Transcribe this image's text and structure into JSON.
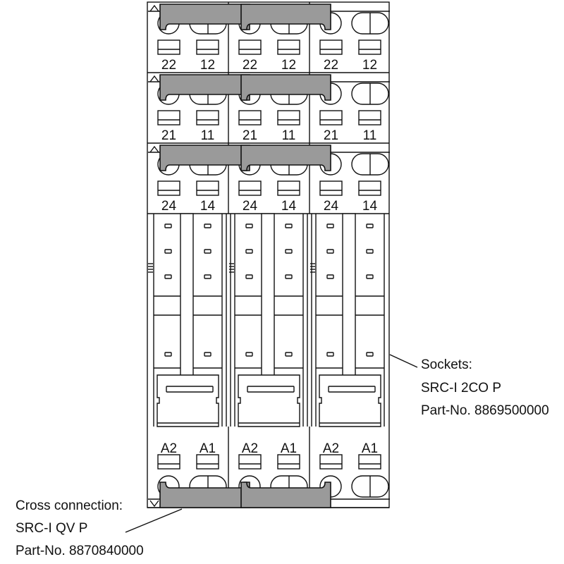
{
  "terminal_rows": [
    {
      "labels": [
        "22",
        "12"
      ]
    },
    {
      "labels": [
        "21",
        "11"
      ]
    },
    {
      "labels": [
        "24",
        "14"
      ]
    },
    {
      "labels": [
        "A2",
        "A1"
      ]
    }
  ],
  "annotations": {
    "sockets": {
      "line1": "Sockets:",
      "line2": "SRC-I 2CO P",
      "line3": "Part-No. 8869500000"
    },
    "cross_connection": {
      "line1": "Cross connection:",
      "line2": "SRC-I QV P",
      "line3": "Part-No. 8870840000"
    }
  },
  "colors": {
    "bridge_fill": "#9a9a9a",
    "line": "#111111"
  }
}
